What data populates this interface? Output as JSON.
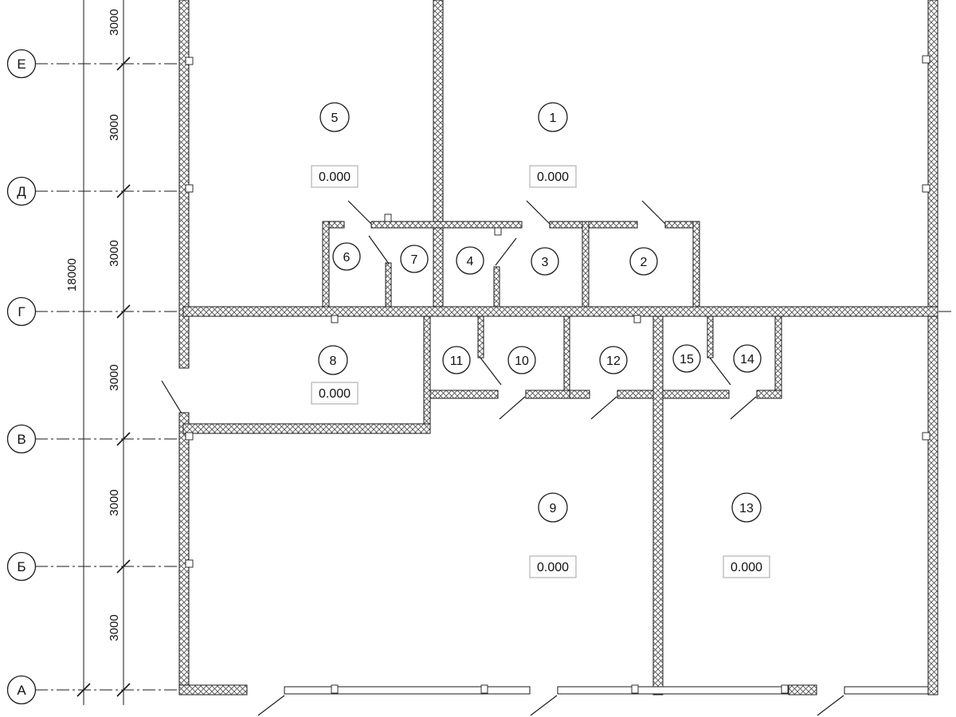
{
  "axes": [
    "Е",
    "Д",
    "Г",
    "В",
    "Б",
    "А"
  ],
  "dims": {
    "segments": [
      "3000",
      "3000",
      "3000",
      "3000",
      "3000",
      "3000"
    ],
    "total": "18000"
  },
  "rooms": [
    "1",
    "2",
    "3",
    "4",
    "5",
    "6",
    "7",
    "8",
    "9",
    "10",
    "11",
    "12",
    "13",
    "14",
    "15"
  ],
  "elevations": {
    "room5": "0.000",
    "room1": "0.000",
    "room8": "0.000",
    "room9": "0.000",
    "room13": "0.000"
  },
  "colors": {
    "line": "#1a1a1a",
    "elevation_box_border": "#b3b3b3"
  }
}
